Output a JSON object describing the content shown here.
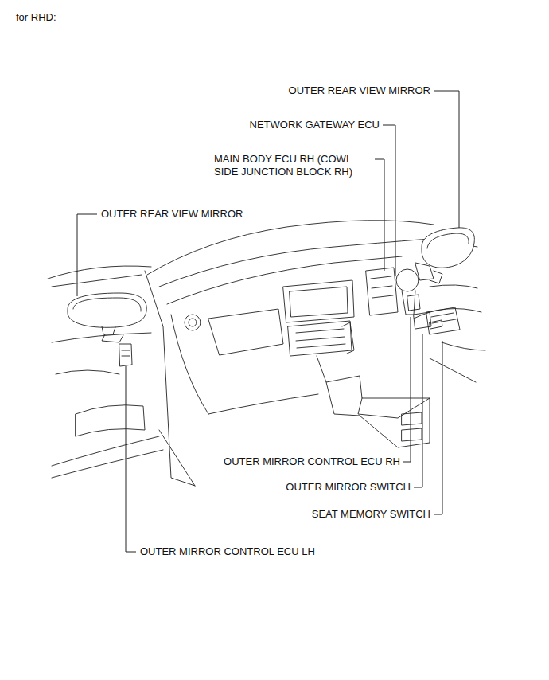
{
  "diagram": {
    "labels": [
      "for RHD:",
      "OUTER REAR VIEW MIRROR",
      "NETWORK GATEWAY ECU",
      "MAIN BODY ECU RH (COWL SIDE JUNCTION BLOCK RH)",
      "OUTER REAR VIEW MIRROR",
      "OUTER MIRROR CONTROL ECU RH",
      "OUTER MIRROR SWITCH",
      "SEAT MEMORY SWITCH",
      "OUTER MIRROR CONTROL ECU LH"
    ]
  }
}
